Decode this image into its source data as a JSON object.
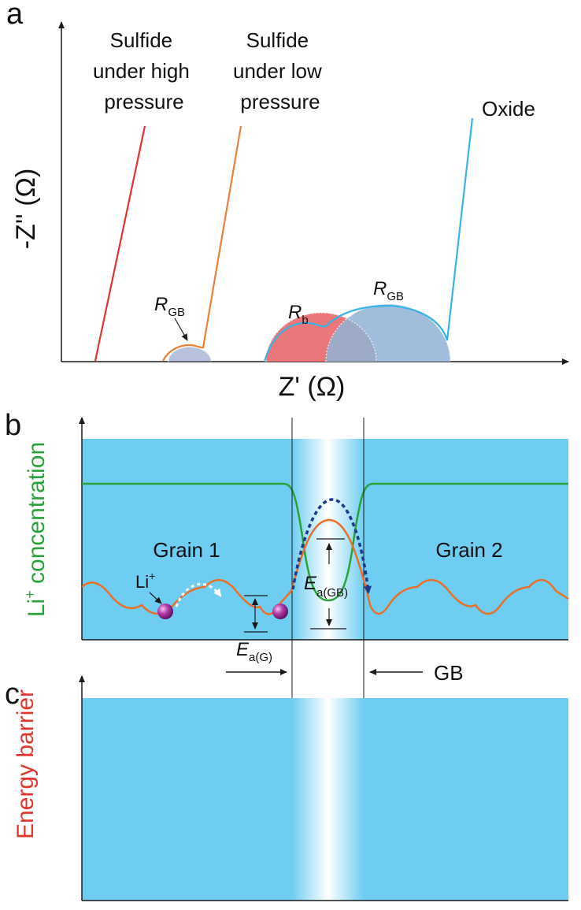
{
  "panel_a": {
    "letter": "a",
    "ylabel": "-Z'' (Ω)",
    "xlabel": "Z' (Ω)",
    "curves": {
      "high": {
        "line1": "Sulfide",
        "line2": "under high",
        "line3": "pressure",
        "color": "#e0352b"
      },
      "low": {
        "line1": "Sulfide",
        "line2": "under low",
        "line3": "pressure",
        "color": "#e8823a"
      },
      "oxide": {
        "line1": "Oxide",
        "color": "#39b3e6"
      }
    },
    "r_gb_low": {
      "main": "R",
      "sub": "GB"
    },
    "r_b": {
      "main": "R",
      "sub": "b"
    },
    "r_gb_oxide": {
      "main": "R",
      "sub": "GB"
    }
  },
  "panel_b": {
    "letter": "b",
    "ylabel_main": "Li",
    "ylabel_sup": "+",
    "ylabel_rest": " concentration",
    "grain1": "Grain 1",
    "grain2": "Grain 2",
    "line_color": "#2aa13b",
    "bg_color": "#6fcdf2"
  },
  "gb_label": "GB",
  "panel_c": {
    "letter": "c",
    "ylabel": "Energy barrier",
    "ion_main": "Li",
    "ion_sup": "+",
    "ea_g": {
      "main": "E",
      "sub": "a(G)"
    },
    "ea_gb": {
      "main": "E",
      "sub": "a(GB)"
    },
    "line_color": "#e8702a",
    "ylabel_color": "#e0352b"
  }
}
